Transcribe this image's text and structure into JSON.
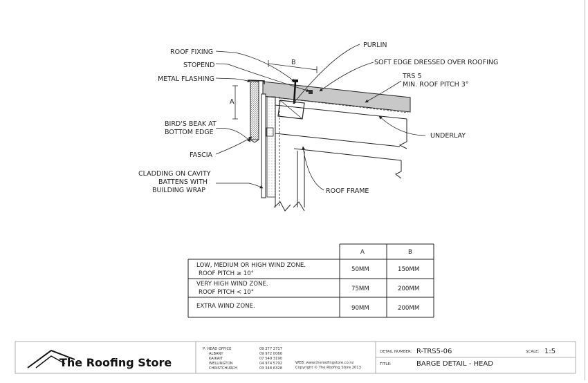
{
  "callouts": {
    "roof_fixing": "ROOF FIXING",
    "stopend": "STOPEND",
    "metal_flashing": "METAL FLASHING",
    "birds_beak_line1": "BIRD'S BEAK AT",
    "birds_beak_line2": "BOTTOM EDGE",
    "fascia": "FASCIA",
    "cladding_line1": "CLADDING ON CAVITY",
    "cladding_line2": "BATTENS WITH",
    "cladding_line3": "BUILDING WRAP",
    "purlin": "PURLIN",
    "soft_edge": "SOFT EDGE DRESSED OVER ROOFING",
    "trs_line1": "TRS 5",
    "trs_line2": "MIN. ROOF PITCH 3°",
    "underlay": "UNDERLAY",
    "roof_frame": "ROOF FRAME",
    "dim_a": "A",
    "dim_b": "B"
  },
  "table": {
    "headers": [
      "",
      "A",
      "B"
    ],
    "rows": [
      {
        "condition_line1": "LOW, MEDIUM OR HIGH WIND ZONE.",
        "condition_line2": "ROOF PITCH ≥ 10°",
        "a": "50MM",
        "b": "150MM"
      },
      {
        "condition_line1": "VERY HIGH WIND ZONE.",
        "condition_line2": "ROOF PITCH < 10°",
        "a": "75MM",
        "b": "200MM"
      },
      {
        "condition_line1": "EXTRA WIND ZONE.",
        "condition_line2": "",
        "a": "90MM",
        "b": "200MM"
      }
    ]
  },
  "title_block": {
    "company": "The Roofing Store",
    "offices_heading": "P: HEAD OFFICE",
    "offices": [
      {
        "name": "ALBANY",
        "phone": "09 972 0060"
      },
      {
        "name": "KAIKAIT",
        "phone": "07 549 3190"
      },
      {
        "name": "WELLINGTON",
        "phone": "04 974 5792"
      },
      {
        "name": "CHRISTCHURCH",
        "phone": "03 348 6328"
      }
    ],
    "head_office_phone": "09 277 2717",
    "web": "WEB: www.theroofingstore.co.nz",
    "copyright": "Copyright © The Roofing Store 2013",
    "detail_number_label": "DETAIL NUMBER:",
    "detail_number": "R-TRS5-06",
    "scale_label": "SCALE:",
    "scale": "1:5",
    "title_label": "TITLE:",
    "title": "BARGE DETAIL - HEAD"
  }
}
